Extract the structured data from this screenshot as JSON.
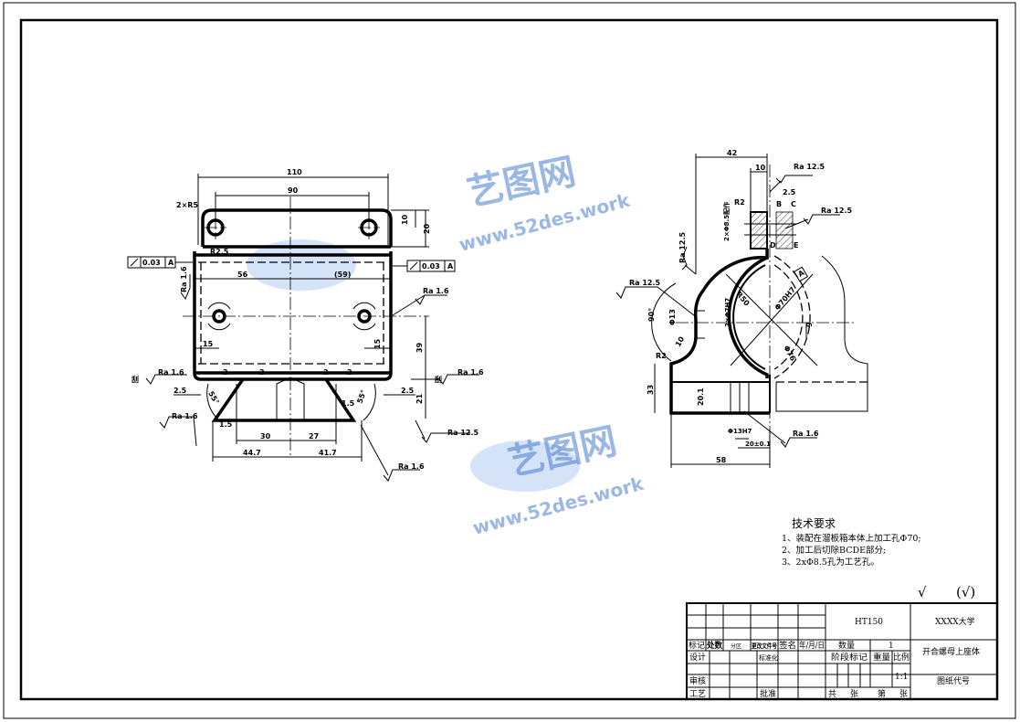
{
  "drawing": {
    "front_view": {
      "dims": {
        "d110": "110",
        "d90": "90",
        "d2xR5": "2×R5",
        "d10": "10",
        "d20": "20",
        "dR25": "R2.5",
        "d56": "56",
        "d59": "(59)",
        "d15a": "15",
        "d15b": "15",
        "d39": "39",
        "d21": "21",
        "d25a": "2.5",
        "d25b": "2.5",
        "d55a": "55°",
        "d55b": "55°",
        "d15c": "1.5",
        "d15d": "1.5",
        "d2a": "2",
        "d2b": "2",
        "d2c": "2",
        "d2d": "2",
        "d30": "30",
        "d27": "27",
        "d447": "44.7",
        "d417": "41.7"
      },
      "tolerances": [
        {
          "symbol": "runout",
          "value": "0.03",
          "datum": "A"
        },
        {
          "symbol": "runout",
          "value": "0.03",
          "datum": "A"
        }
      ],
      "roughness": [
        "Ra 1.6",
        "Ra 1.6",
        "Ra 1.6",
        "Ra 1.6",
        "Ra 1.6",
        "Ra 12.5",
        "Ra 1.6"
      ],
      "side_marks": [
        "刮",
        "刮"
      ]
    },
    "side_view": {
      "dims": {
        "d42": "42",
        "d10": "10",
        "d25": "2.5",
        "dR2a": "R2",
        "d2x85": "2×Φ8.5配作",
        "dR50": "R50",
        "d70H7": "Φ70H7",
        "d76": "Φ76",
        "d9": "9",
        "d13": "Φ13",
        "d2xM7": "2×Φ7H7",
        "d90": "90°",
        "d10b": "10",
        "dR2b": "R2",
        "d33": "33",
        "d201": "20.1",
        "d13H7": "Φ13H7",
        "d20": "20±0.1",
        "d58": "58"
      },
      "points": [
        "B",
        "C",
        "D",
        "E"
      ],
      "datum": "A",
      "roughness": [
        "Ra 12.5",
        "Ra 12.5",
        "Ra 12.5",
        "Ra 12.5",
        "Ra 1.6"
      ]
    }
  },
  "requirements": {
    "title": "技术要求",
    "items": [
      "1、装配在溜板箱本体上加工孔Φ70;",
      "2、加工后切除BCDE部分;",
      "3、2xΦ8.5孔为工艺孔。"
    ],
    "other_marks": "√",
    "other_marks_paren": "(√)"
  },
  "title_block": {
    "mark": "标记",
    "count": "处数",
    "zone": "分区",
    "change_doc": "更改文件号",
    "sign": "签名",
    "date": "年/月/日",
    "design": "设计",
    "standard": "标准化",
    "review": "审核",
    "process": "工艺",
    "approve": "批准",
    "material": "HT150",
    "org": "XXXX大学",
    "qty_label": "数量",
    "qty": "1",
    "part_name": "开合螺母上座体",
    "stage_label": "阶段标记",
    "weight_label": "重量",
    "scale_label": "比例",
    "scale": "1:1",
    "drawing_no": "图纸代号",
    "total": "共",
    "sheets1": "张",
    "sheet_no": "第",
    "sheets2": "张"
  },
  "watermark": {
    "brand": "艺图网",
    "url": "www.52des.work"
  }
}
